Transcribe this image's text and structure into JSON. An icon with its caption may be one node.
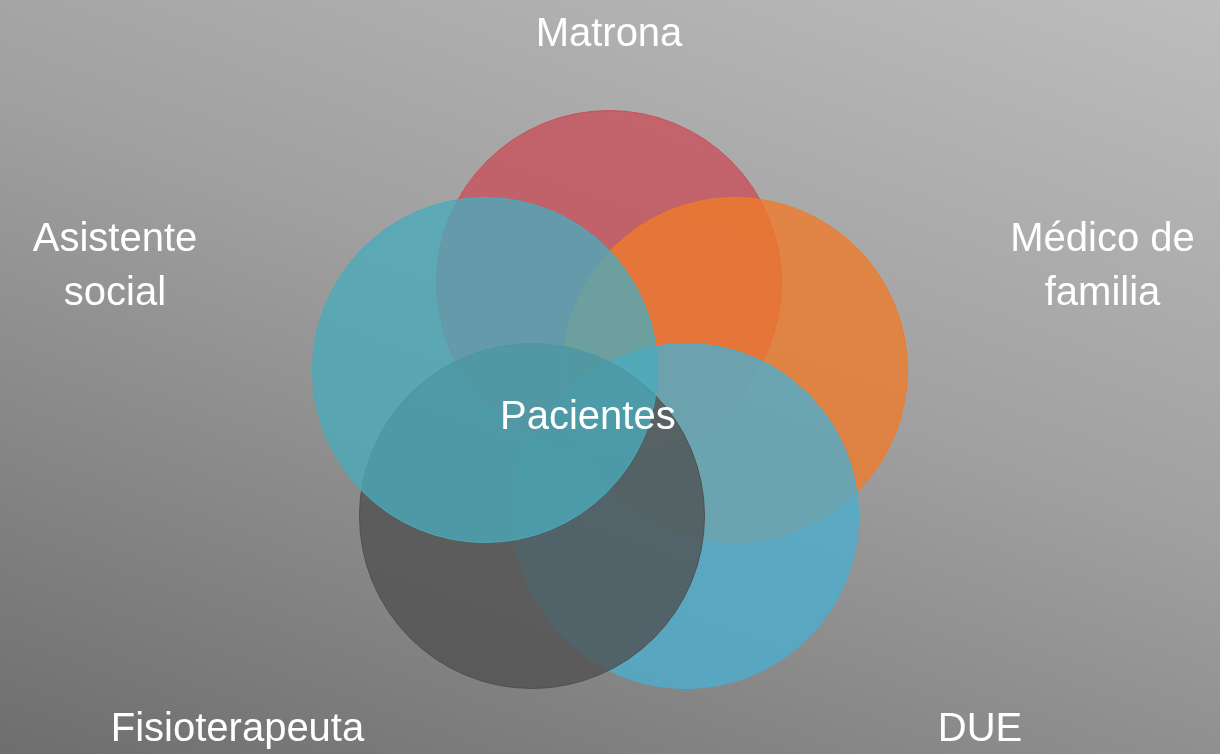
{
  "diagram": {
    "nodes": [
      {
        "text": [
          "Matrona"
        ]
      },
      {
        "text": [
          "Médico de familia"
        ]
      },
      {
        "text": [
          "DUE"
        ]
      },
      {
        "text": [
          "Fisioterapeuta"
        ]
      },
      {
        "text": [
          "Asistente social"
        ]
      }
    ],
    "labels": [
      "Pacientes"
    ]
  }
}
